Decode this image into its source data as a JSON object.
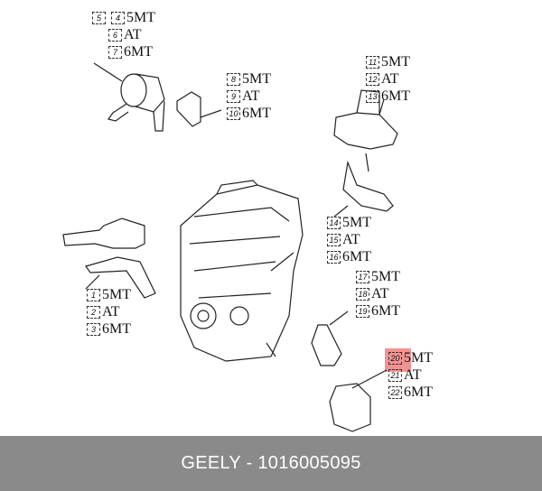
{
  "callout_groups": [
    {
      "extra": "5",
      "rows": [
        {
          "num": "4",
          "label": "5MT"
        },
        {
          "num": "6",
          "label": "AT"
        },
        {
          "num": "7",
          "label": "6MT"
        }
      ]
    },
    {
      "rows": [
        {
          "num": "8",
          "label": "5MT"
        },
        {
          "num": "9",
          "label": "AT"
        },
        {
          "num": "10",
          "label": "6MT"
        }
      ]
    },
    {
      "rows": [
        {
          "num": "11",
          "label": "5MT"
        },
        {
          "num": "12",
          "label": "AT"
        },
        {
          "num": "13",
          "label": "6MT"
        }
      ]
    },
    {
      "rows": [
        {
          "num": "14",
          "label": "5MT"
        },
        {
          "num": "15",
          "label": "AT"
        },
        {
          "num": "16",
          "label": "6MT"
        }
      ]
    },
    {
      "rows": [
        {
          "num": "1",
          "label": "5MT"
        },
        {
          "num": "2",
          "label": "AT"
        },
        {
          "num": "3",
          "label": "6MT"
        }
      ]
    },
    {
      "rows": [
        {
          "num": "17",
          "label": "5MT"
        },
        {
          "num": "18",
          "label": "AT"
        },
        {
          "num": "19",
          "label": "6MT"
        }
      ]
    },
    {
      "rows": [
        {
          "num": "20",
          "label": "5MT"
        },
        {
          "num": "21",
          "label": "AT"
        },
        {
          "num": "22",
          "label": "6MT"
        }
      ]
    }
  ],
  "highlight": {
    "num": "20",
    "color": "#f08080"
  },
  "footer": {
    "text": "GEELY - 1016005095",
    "background": "#8a8a8a"
  }
}
